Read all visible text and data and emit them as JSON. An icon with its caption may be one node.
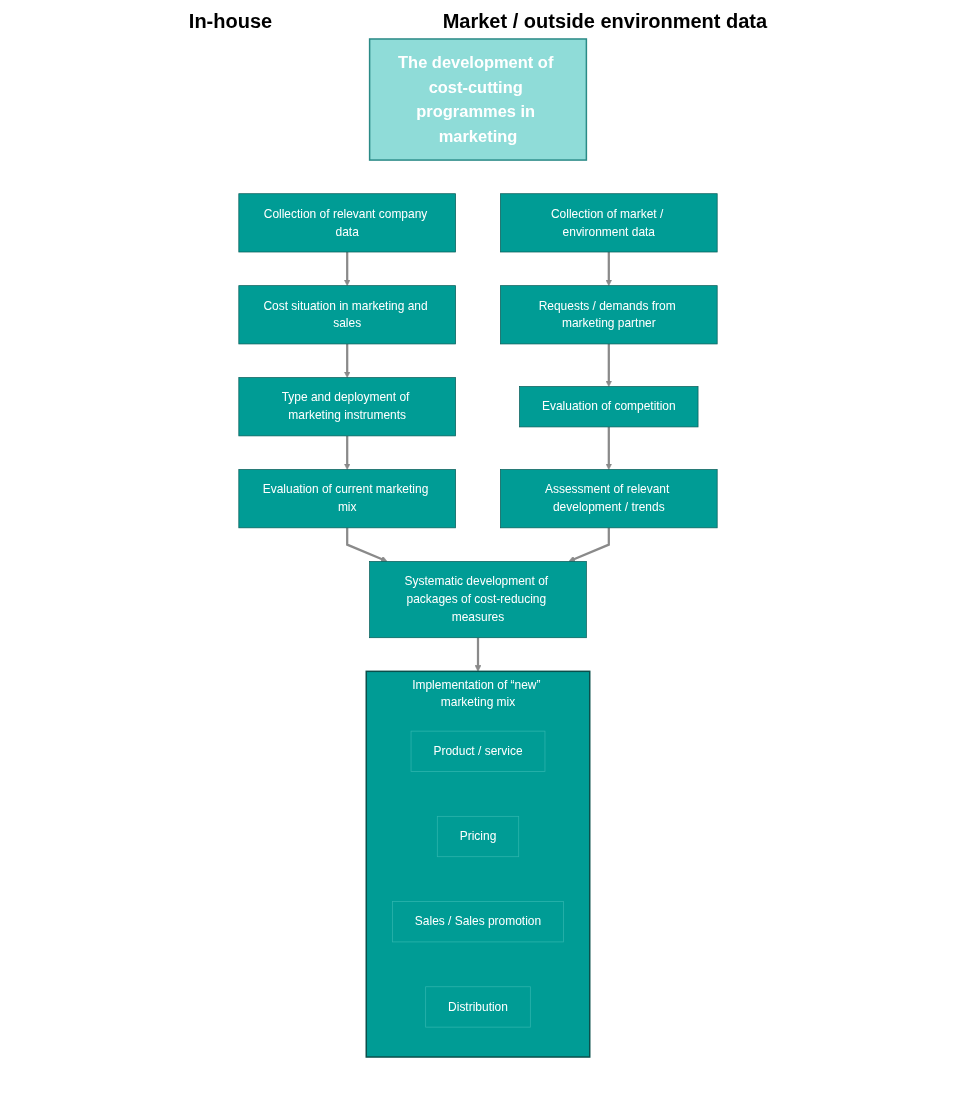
{
  "diagram": {
    "nodes": [
      {
        "text": [
          "The development of cost-cutting programmes in marketing"
        ]
      },
      {
        "text": [
          "Collection of relevant company data"
        ]
      },
      {
        "text": [
          "Cost situation in marketing and sales"
        ]
      },
      {
        "text": [
          "Type and deployment of marketing instruments"
        ]
      },
      {
        "text": [
          "Evaluation of current marketing mix"
        ]
      },
      {
        "text": [
          "Collection of market / environment data"
        ]
      },
      {
        "text": [
          "Requests / demands from marketing partner"
        ]
      },
      {
        "text": [
          "Evaluation of competition"
        ]
      },
      {
        "text": [
          "Assessment of relevant development / trends"
        ]
      },
      {
        "text": [
          "Systematic development of packages of cost-reducing measures"
        ]
      },
      {
        "text": [
          "Implementation of “new” marketing mix"
        ]
      },
      {
        "text": [
          "Product / service"
        ],
        "in": 10
      },
      {
        "text": [
          "Pricing"
        ],
        "in": 10
      },
      {
        "text": [
          "Sales / Sales promotion"
        ],
        "in": 10
      },
      {
        "text": [
          "Distribution"
        ],
        "in": 10
      }
    ],
    "edges": [
      {
        "from": 1,
        "to": 2,
        "arrow": "to"
      },
      {
        "from": 2,
        "to": 3,
        "arrow": "to"
      },
      {
        "from": 3,
        "to": 4,
        "arrow": "to"
      },
      {
        "from": 5,
        "to": 6,
        "arrow": "to"
      },
      {
        "from": 6,
        "to": 7,
        "arrow": "to"
      },
      {
        "from": 7,
        "to": 8,
        "arrow": "to"
      },
      {
        "from": 4,
        "to": 9,
        "arrow": "to"
      },
      {
        "from": 8,
        "to": 9,
        "arrow": "to"
      },
      {
        "from": 9,
        "to": 10,
        "arrow": "to"
      }
    ],
    "labels": [
      "In-house",
      "Market / outside environment data"
    ]
  }
}
